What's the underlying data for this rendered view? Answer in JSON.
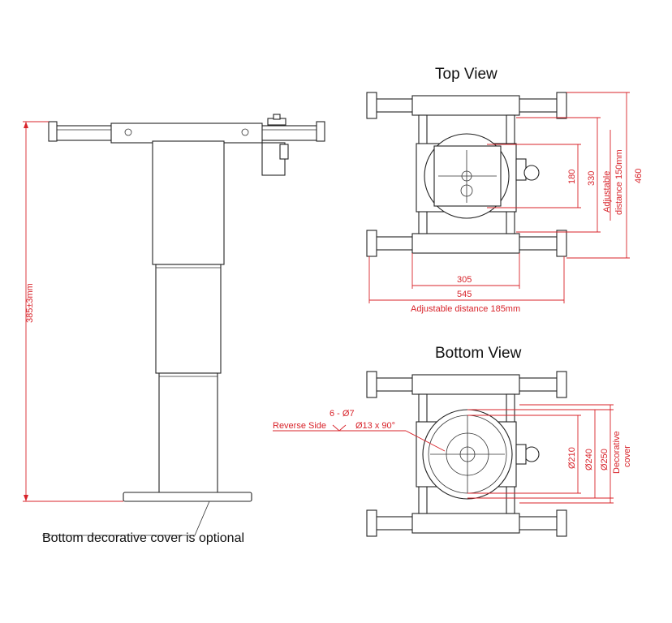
{
  "titles": {
    "top_view": "Top View",
    "bottom_view": "Bottom View"
  },
  "dimensions": {
    "height": "385±3mm",
    "top_180": "180",
    "top_330": "330",
    "adjustable_150_line1": "Adjustable",
    "adjustable_150_line2": "distance 150mm",
    "top_460": "460",
    "top_305": "305",
    "top_545": "545",
    "adjustable_185": "Adjustable distance 185mm",
    "holes": "6 - Ø7",
    "reverse_side": "Reverse Side",
    "countersink": "Ø13 x 90°",
    "d210": "Ø210",
    "d240": "Ø240",
    "d250": "Ø250",
    "decorative_cover_line1": "Decorative",
    "decorative_cover_line2": "cover"
  },
  "notes": {
    "bottom_cover": "Bottom decorative cover is optional"
  },
  "colors": {
    "dimension": "#d8232a",
    "outline": "#222222",
    "background": "#ffffff"
  }
}
